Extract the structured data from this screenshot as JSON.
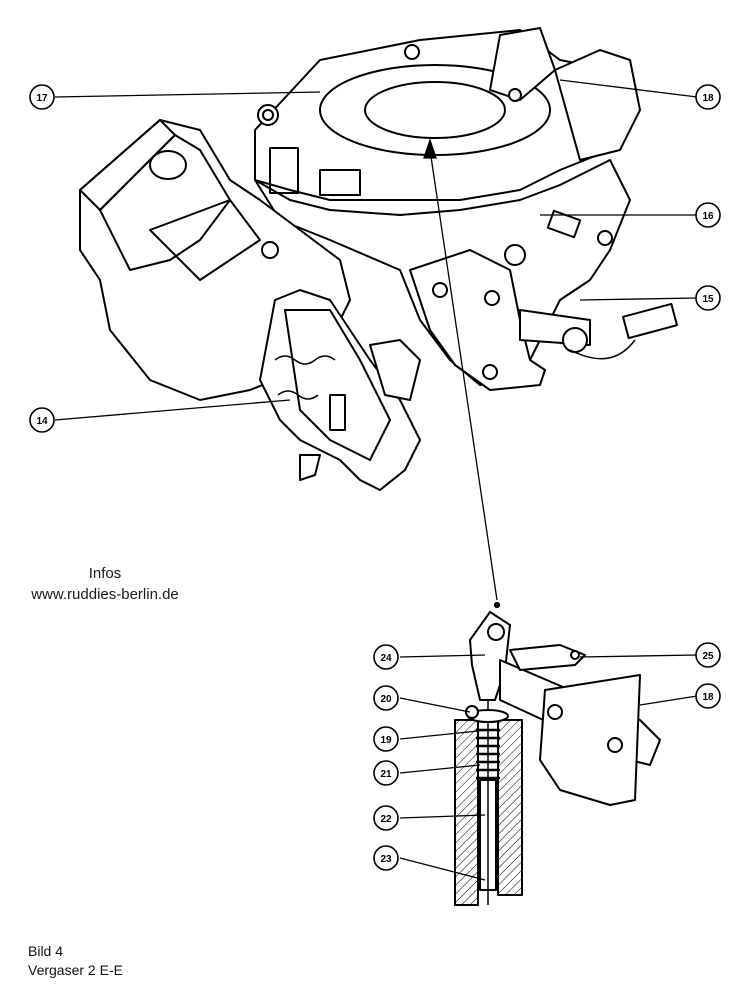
{
  "info": {
    "title": "Infos",
    "url": "www.ruddies-berlin.de"
  },
  "caption": {
    "figure": "Bild 4",
    "title": "Vergaser 2 E-E"
  },
  "callouts": [
    "17",
    "18",
    "16",
    "15",
    "14",
    "24",
    "25",
    "20",
    "18",
    "19",
    "21",
    "22",
    "23"
  ],
  "colors": {
    "ink": "#000000",
    "background": "#ffffff"
  }
}
